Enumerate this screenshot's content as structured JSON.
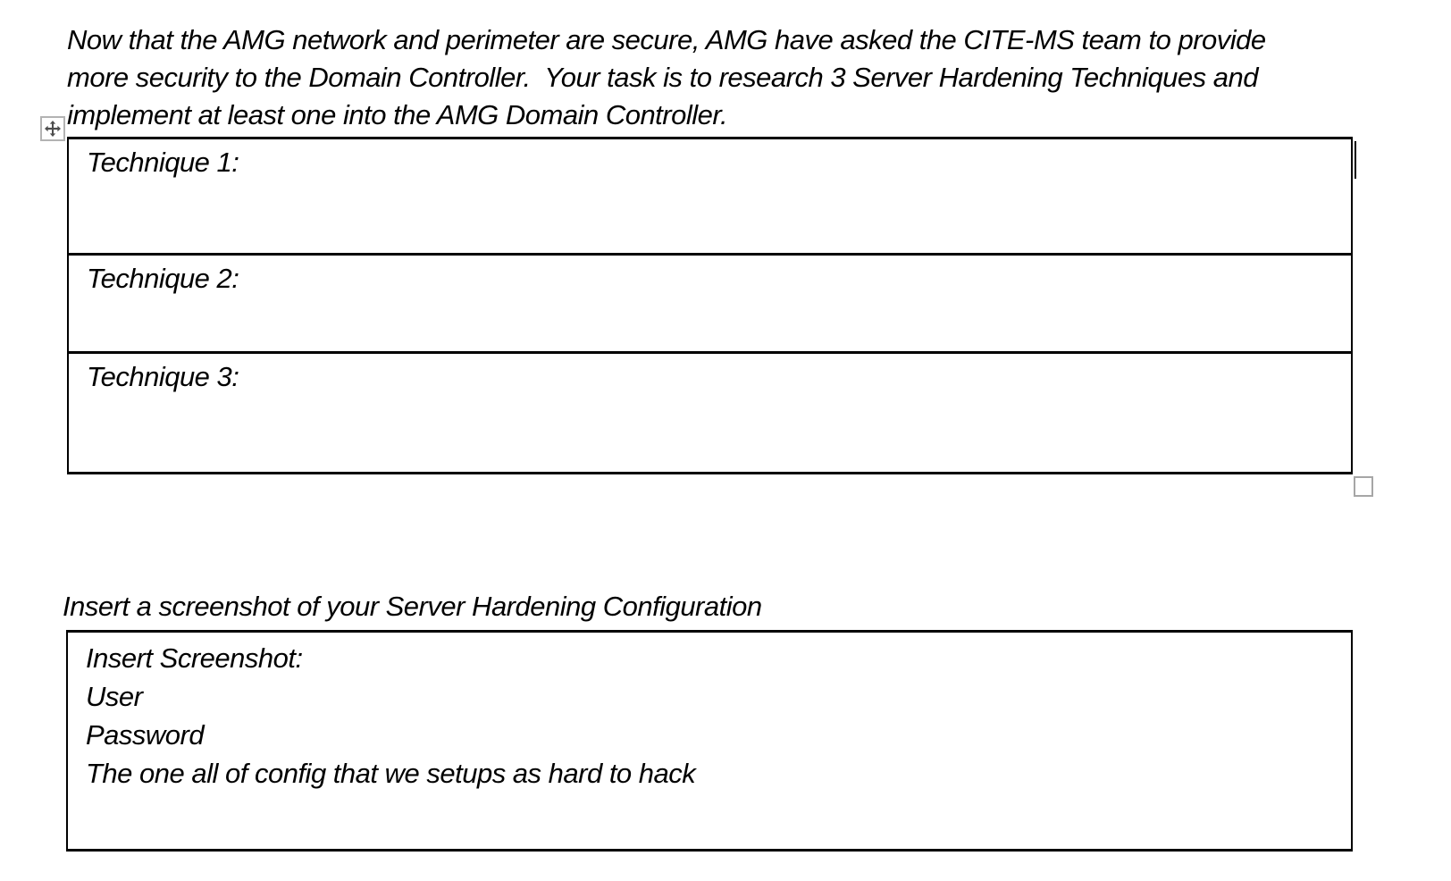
{
  "intro": {
    "lines": [
      "Now that the AMG network and perimeter are secure, AMG have asked the CITE-MS team to provide",
      "more security to the Domain Controller.  Your task is to research 3 Server Hardening Techniques and",
      "implement at least one into the AMG Domain Controller."
    ]
  },
  "techniques_table": {
    "rows": [
      {
        "label": "Technique 1:"
      },
      {
        "label": "Technique 2:"
      },
      {
        "label": "Technique 3:"
      }
    ]
  },
  "screenshot_section": {
    "heading": "Insert a screenshot of your Server Hardening Configuration",
    "lines": [
      "Insert Screenshot:",
      "User",
      "Password",
      "The one all of config that we setups as hard to hack"
    ]
  },
  "icons": {
    "move_handle": "table-move-handle",
    "resize_handle": "table-resize-handle",
    "caret": "text-cursor"
  },
  "colors": {
    "text": "#000000",
    "table_border": "#000000",
    "handle_border": "#a6a6a6",
    "handle_glyph": "#4d4d4d",
    "background": "#ffffff"
  }
}
